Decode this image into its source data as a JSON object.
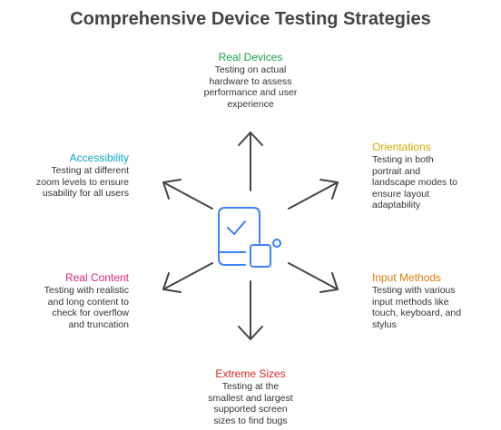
{
  "title": "Comprehensive Device Testing Strategies",
  "center_icon": "mobile-check-icon",
  "arrow_color": "#444444",
  "icon_color": "#3b82f6",
  "items": {
    "real_devices": {
      "heading": "Real Devices",
      "color": "#16a34a",
      "lines": [
        "Testing on actual",
        "hardware to assess",
        "performance and user",
        "experience"
      ]
    },
    "orientations": {
      "heading": "Orientations",
      "color": "#d4a800",
      "lines": [
        "Testing in both",
        "portrait and",
        "landscape modes to",
        "ensure layout",
        "adaptability"
      ]
    },
    "input_methods": {
      "heading": "Input Methods",
      "color": "#e07b0c",
      "lines": [
        "Testing with various",
        "input methods like",
        "touch, keyboard, and",
        "stylus"
      ]
    },
    "extreme_sizes": {
      "heading": "Extreme Sizes",
      "color": "#dc2626",
      "lines": [
        "Testing at the",
        "smallest and largest",
        "supported screen",
        "sizes to find bugs"
      ]
    },
    "real_content": {
      "heading": "Real Content",
      "color": "#db2777",
      "lines": [
        "Testing with realistic",
        "and long content to",
        "check for overflow",
        "and truncation"
      ]
    },
    "accessibility": {
      "heading": "Accessibility",
      "color": "#0ea5c6",
      "lines": [
        "Testing at different",
        "zoom levels to ensure",
        "usability for all users"
      ]
    }
  }
}
